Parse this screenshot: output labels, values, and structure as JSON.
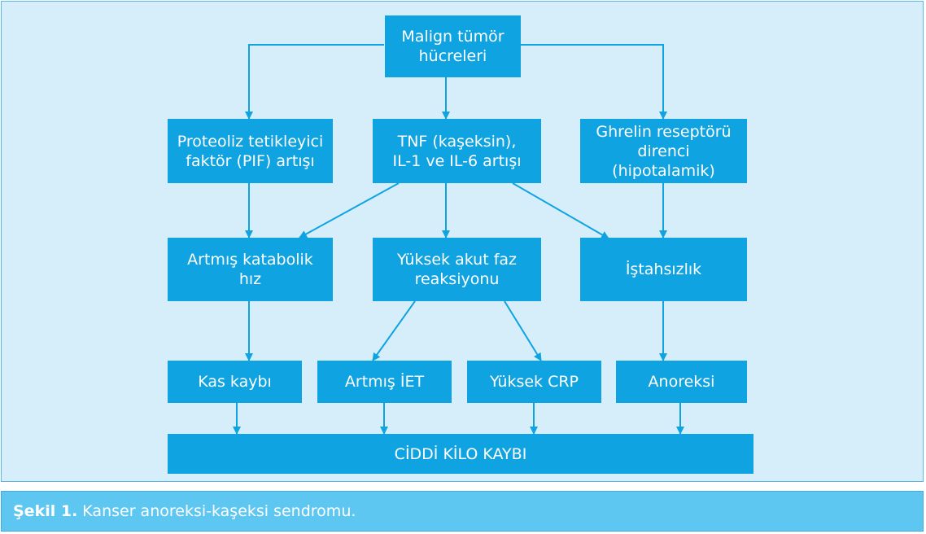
{
  "diagram": {
    "nodes": {
      "root": "Malign tümör\nhücreleri",
      "pif": "Proteoliz tetikleyici\nfaktör (PIF) artışı",
      "tnf": "TNF (kaşeksin),\nIL-1 ve IL-6 artışı",
      "ghrelin": "Ghrelin reseptörü\ndirenci (hipotalamik)",
      "catabolic": "Artmış katabolik\nhız",
      "acute_phase": "Yüksek akut faz\nreaksiyonu",
      "appetite": "İştahsızlık",
      "muscle": "Kas kaybı",
      "iet": "Artmış İET",
      "crp": "Yüksek CRP",
      "anorexia": "Anoreksi",
      "weight_loss": "CİDDİ KİLO KAYBI"
    },
    "colors": {
      "panel_bg": "#d6eef9",
      "node_bg": "#0fa3e2",
      "arrow": "#0fa3e2",
      "caption_bg": "#5ec7f1"
    }
  },
  "caption": {
    "label": "Şekil 1.",
    "text": "Kanser anoreksi-kaşeksi sendromu."
  }
}
